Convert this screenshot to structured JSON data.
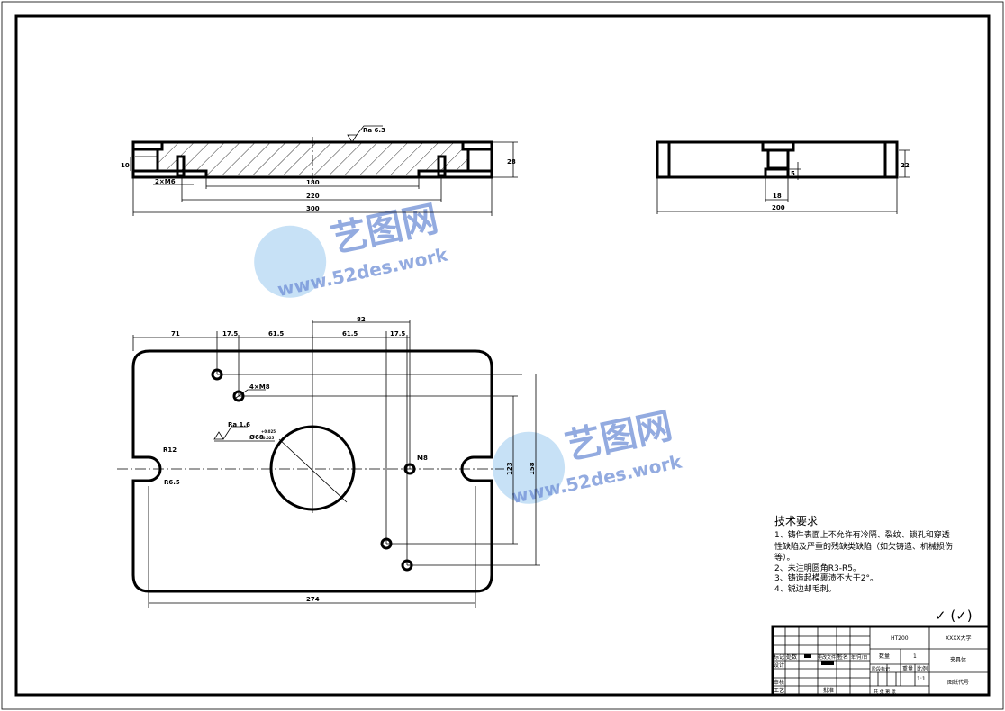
{
  "section_view": {
    "roughness": "Ra 6.3",
    "dims": {
      "d10": "10",
      "d28": "28",
      "thread": "2×M6",
      "d180": "180",
      "d220": "220",
      "d300": "300"
    }
  },
  "side_view": {
    "dims": {
      "d22": "22",
      "d5": "5",
      "d18": "18",
      "d200": "200"
    }
  },
  "plan_view": {
    "dims": {
      "d71": "71",
      "d17_5a": "17.5",
      "d61_5a": "61.5",
      "d82": "82",
      "d61_5b": "61.5",
      "d17_5b": "17.5",
      "holes": "4×M8",
      "roughness": "Ra 1.6",
      "bore": "Ø68",
      "bore_tol_up": "+0.025",
      "bore_tol_low": "-0.025",
      "r12": "R12",
      "r6_5": "R6.5",
      "m8": "M8",
      "d123": "123",
      "d158": "158",
      "d274": "274"
    }
  },
  "tech_requirements": {
    "title": "技术要求",
    "lines": [
      "1、铸件表面上不允许有冷隔、裂纹、锁孔和穿透",
      "性缺陷及严重的残缺类缺陷（如欠铸造、机械损伤",
      "等）。",
      "2、未注明圆角R3-R5。",
      "3、铸造起模裹渍不大于2°。",
      "4、锐边却毛刺。"
    ]
  },
  "surface_mark": "✓ (✓)",
  "title_block": {
    "material": "HT200",
    "school": "XXXX大学",
    "part_name": "夹具体",
    "drawing_no": "图纸代号",
    "qty_label": "数量",
    "qty": "1",
    "stage_label": "阶段标记",
    "weight_label": "重量",
    "scale_label": "比例",
    "scale": "1:1",
    "sheets": "共  张  第  张",
    "rev_headers": [
      "标记",
      "处数",
      "分区",
      "更改文件号",
      "签名",
      "年/月/日"
    ],
    "design": "设计",
    "review": "审核",
    "process": "工艺",
    "approve": "批准"
  },
  "watermark": {
    "brand": "艺图网",
    "url": "www.52des.work"
  }
}
